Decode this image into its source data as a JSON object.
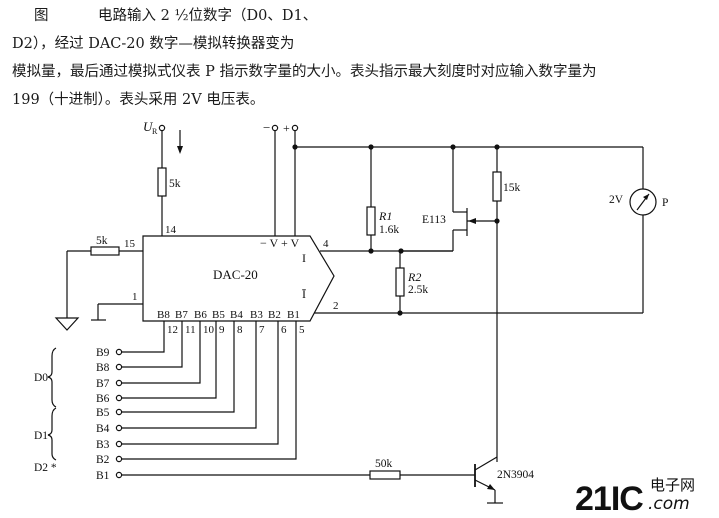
{
  "caption": {
    "figure_label": "图",
    "line1": "电路输入 2 ½位数字（D0、D1、",
    "line2": "D2），经过 DAC-20 数字—模拟转换器变为",
    "line3": "模拟量，最后通过模拟式仪表 P 指示数字量的大小。表头指示最大刻度时对应输入数字量为",
    "line4": "199（十进制）。表头采用 2V 电压表。"
  },
  "circuit": {
    "reference_input": {
      "label": "U",
      "subscript": "R"
    },
    "supply_terminals": {
      "minus": "−",
      "plus": "+"
    },
    "dac": {
      "name": "DAC-20",
      "supply_pins_label": "− V + V",
      "output_labels": {
        "i": "I",
        "i_bar": "Ī"
      },
      "pins": {
        "ref": "14",
        "ref_neg": "15",
        "gnd": "1",
        "out": "4",
        "out_bar": "2"
      },
      "bit_labels": [
        "B8",
        "B7",
        "B6",
        "B5",
        "B4",
        "B3",
        "B2",
        "B1"
      ],
      "bit_pins": [
        "12",
        "11",
        "10",
        "9",
        "8",
        "7",
        "6",
        "5"
      ]
    },
    "resistors": {
      "r_ref": "5k",
      "r_neg": "5k",
      "r1_name": "R1",
      "r1_value": "1.6k",
      "r2_name": "R2",
      "r2_value": "2.5k",
      "r_drain": "15k",
      "r_base": "50k"
    },
    "fet": "E113",
    "transistor": "2N3904",
    "meter": {
      "range": "2V",
      "name": "P"
    },
    "inputs": [
      "B9",
      "B8",
      "B7",
      "B6",
      "B5",
      "B4",
      "B3",
      "B2",
      "B1"
    ],
    "groups": [
      "D0",
      "D1",
      "D2 *"
    ]
  },
  "watermark": {
    "brand": "21IC",
    "cn": "电子网",
    "domain": ".com",
    "color_brand": "#f2a9b0",
    "color_text": "#a9b6e0"
  }
}
